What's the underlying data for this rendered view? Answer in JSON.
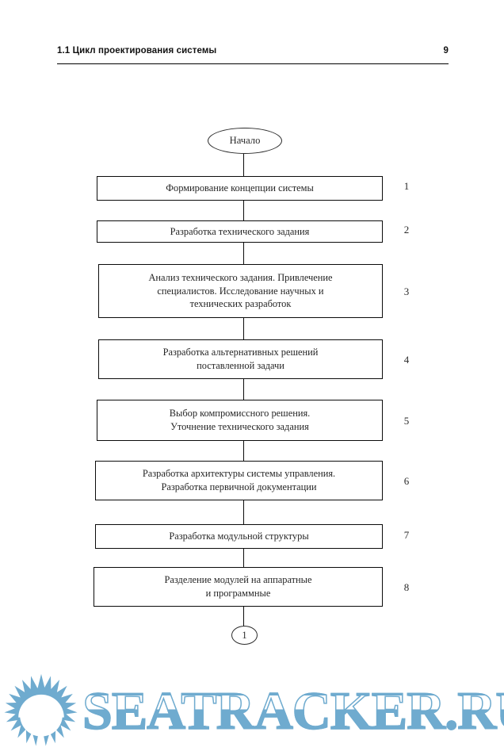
{
  "header": {
    "title": "1.1 Цикл проектирования системы",
    "page_number": "9"
  },
  "flowchart": {
    "start_label": "Начало",
    "end_connector_label": "1",
    "steps": [
      {
        "number": "1",
        "lines": [
          "Формирование концепции системы"
        ]
      },
      {
        "number": "2",
        "lines": [
          "Разработка технического задания"
        ]
      },
      {
        "number": "3",
        "lines": [
          "Анализ технического задания. Привлечение",
          "специалистов. Исследование научных и",
          "технических разработок"
        ]
      },
      {
        "number": "4",
        "lines": [
          "Разработка альтернативных решений",
          "поставленной задачи"
        ]
      },
      {
        "number": "5",
        "lines": [
          "Выбор компромиссного решения.",
          "Уточнение технического задания"
        ]
      },
      {
        "number": "6",
        "lines": [
          "Разработка архитектуры системы управления.",
          "Разработка первичной документации"
        ]
      },
      {
        "number": "7",
        "lines": [
          "Разработка модульной структуры"
        ]
      },
      {
        "number": "8",
        "lines": [
          "Разделение модулей на аппаратные",
          "и программные"
        ]
      }
    ]
  },
  "watermark": {
    "text": "SEATRACKER.RU",
    "color": "#6fabcf",
    "logo_icon": "sunburst-icon"
  }
}
